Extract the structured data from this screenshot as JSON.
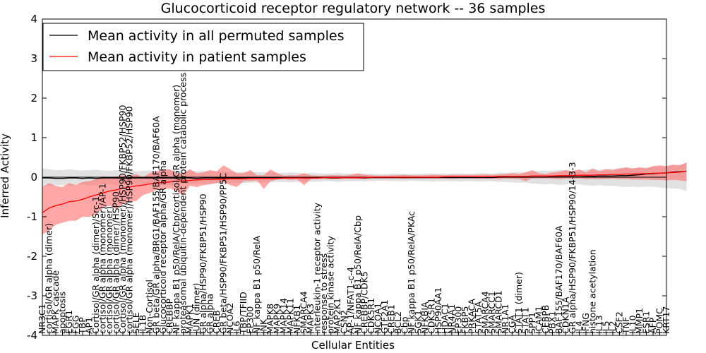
{
  "chart_data": {
    "type": "line",
    "title": "Glucocorticoid receptor regulatory network -- 36 samples",
    "xlabel": "Cellular Entities",
    "ylabel": "Inferred Activity",
    "ylim": [
      -4,
      4
    ],
    "yticks": [
      -4,
      -3,
      -2,
      -1,
      0,
      1,
      2,
      3,
      4
    ],
    "grid": false,
    "legend_position": "top-left",
    "categories": [
      "NR3C1",
      "cortisol/GR alpha (dimer)",
      "MAPK cascade",
      "apoptosis",
      "EGR1",
      "FGG",
      "TBP",
      "AP1",
      "Cortisol/GR alpha (dimer)/Src-1",
      "cortisol/GR alpha (monomer)/AP-1",
      "cortisol/GR alpha (monomer)",
      "cortisol/GR alpha (dimer)/HSP90",
      "Cortisol/GR alpha (monomer)/HSP90/FKBP52/HSP90",
      "cortisol/GR alpha (monomer)/HSP90/FKBP52/HSP90",
      "SELE",
      "IL1B",
      "Non-Cortisol",
      "GR beta/GR alpha/BRG1/BAF155/BAF170/BAF60A",
      "Glucocorticoid receptor alpha/GR alpha",
      "CREBBP",
      "NF kappa B1 p50/RelA/Cbp/cortisol/GR alpha (monomer)",
      "proteasomal ubiquitin-dependent protein catabolic process",
      "MAPK1",
      "JUN (dimer)",
      "GR alpha/HSP90/FKBP51/HSP90",
      "GR alpha",
      "CREB",
      "GR beta/HSP90/FKBP51/HSP90/PP5C",
      "NCOA2",
      "IL6",
      "TBP/TFIID",
      "EP300",
      "NF kappa B1 p50/RelA",
      "JNK",
      "MAPK8",
      "MAPK9",
      "MAPK14",
      "MAPK11",
      "NFKB1",
      "SMARCA4",
      "MAPK3",
      "interleukin-1 receptor activity",
      "response to stress",
      "protein kinase activity",
      "MAP2K1",
      "CSN2",
      "AP-1/NFAT1-c-4",
      "NF kappa B1 p50/RelA/Cbp",
      "CREBBP/CDK5",
      "CDK5R1",
      "NCOA1",
      "GTF2A1",
      "CREB1",
      "BCL2",
      "Cbp",
      "NF kappa B1 p50/RelA/PKAc",
      "SGK1",
      "NFKBIA",
      "CDK5R1",
      "HSP90AA1",
      "HDAC1",
      "NR4A1",
      "EP300",
      "FKBP5",
      "PRKACA",
      "STAT5A",
      "SMARCA4",
      "SMARCC1",
      "SMARCD1",
      "NR1A1",
      "CGA",
      "STAT1 (dimer)",
      "STAT1",
      "SPP1",
      "ICAM1",
      "CEBPB",
      "PBX1",
      "BAF155/BAF170/BAF60A",
      "CDKN1A",
      "GR alpha/HSP90/FKBP51/HSP90/14-3-3",
      "IL4",
      "IFNG",
      "histone acetylation",
      "IL13",
      "IL5",
      "IL2",
      "CSF2",
      "TNF",
      "IL10",
      "MMP1",
      "ESR1",
      "AFP",
      "POMC",
      "KRT17"
    ],
    "series": [
      {
        "name": "Mean activity in all permuted samples",
        "color": "#000000",
        "values": [
          -0.02,
          -0.02,
          -0.03,
          -0.03,
          -0.02,
          -0.02,
          -0.03,
          -0.02,
          -0.03,
          -0.02,
          -0.02,
          -0.02,
          -0.03,
          -0.02,
          -0.02,
          -0.02,
          -0.02,
          -0.02,
          -0.02,
          -0.02,
          -0.02,
          -0.02,
          -0.02,
          -0.03,
          -0.02,
          -0.02,
          -0.02,
          -0.02,
          -0.02,
          -0.02,
          -0.01,
          -0.02,
          -0.02,
          -0.02,
          -0.01,
          -0.02,
          -0.02,
          -0.01,
          -0.01,
          -0.02,
          -0.02,
          -0.01,
          -0.01,
          -0.02,
          -0.02,
          -0.01,
          -0.01,
          -0.01,
          -0.02,
          -0.01,
          -0.01,
          -0.01,
          -0.01,
          -0.01,
          -0.01,
          -0.01,
          -0.01,
          -0.01,
          -0.01,
          -0.01,
          -0.01,
          -0.01,
          -0.01,
          -0.01,
          -0.01,
          -0.01,
          -0.01,
          -0.01,
          0.0,
          0.0,
          0.0,
          0.0,
          0.0,
          0.0,
          0.0,
          0.0,
          0.01,
          0.01,
          0.01,
          0.01,
          0.01,
          0.02,
          0.02,
          0.03,
          0.03,
          0.03,
          0.04,
          0.04,
          0.05,
          0.06,
          0.08,
          0.09,
          0.1,
          0.11,
          0.13,
          0.14,
          0.15
        ],
        "band_low": [
          -0.25,
          -0.22,
          -0.2,
          -0.2,
          -0.22,
          -0.2,
          -0.18,
          -0.2,
          -0.2,
          -0.18,
          -0.18,
          -0.2,
          -0.17,
          -0.18,
          -0.16,
          -0.17,
          -0.18,
          -0.16,
          -0.2,
          -0.2,
          -0.18,
          -0.16,
          -0.18,
          -0.16,
          -0.17,
          -0.16,
          -0.15,
          -0.16,
          -0.15,
          -0.14,
          -0.15,
          -0.14,
          -0.14,
          -0.14,
          -0.13,
          -0.12,
          -0.12,
          -0.13,
          -0.12,
          -0.11,
          -0.12,
          -0.11,
          -0.1,
          -0.1,
          -0.12,
          -0.1,
          -0.1,
          -0.1,
          -0.1,
          -0.1,
          -0.09,
          -0.09,
          -0.1,
          -0.1,
          -0.1,
          -0.09,
          -0.1,
          -0.1,
          -0.11,
          -0.1,
          -0.1,
          -0.1,
          -0.11,
          -0.1,
          -0.1,
          -0.11,
          -0.11,
          -0.1,
          -0.12,
          -0.12,
          -0.13,
          -0.14,
          -0.14,
          -0.16,
          -0.17,
          -0.18,
          -0.17,
          -0.2,
          -0.18,
          -0.17,
          -0.18,
          -0.2,
          -0.22,
          -0.2,
          -0.22,
          -0.22,
          -0.24,
          -0.25,
          -0.24,
          -0.25,
          -0.24,
          -0.24,
          -0.26,
          -0.28,
          -0.28,
          -0.3,
          -0.35
        ],
        "band_high": [
          0.22,
          0.2,
          0.18,
          0.18,
          0.2,
          0.18,
          0.17,
          0.18,
          0.19,
          0.17,
          0.16,
          0.18,
          0.16,
          0.17,
          0.15,
          0.16,
          0.17,
          0.15,
          0.18,
          0.19,
          0.17,
          0.15,
          0.17,
          0.15,
          0.16,
          0.15,
          0.14,
          0.15,
          0.14,
          0.13,
          0.14,
          0.13,
          0.13,
          0.13,
          0.12,
          0.11,
          0.11,
          0.12,
          0.11,
          0.1,
          0.11,
          0.1,
          0.09,
          0.09,
          0.11,
          0.09,
          0.09,
          0.09,
          0.09,
          0.09,
          0.08,
          0.08,
          0.09,
          0.09,
          0.09,
          0.08,
          0.09,
          0.09,
          0.1,
          0.09,
          0.09,
          0.09,
          0.1,
          0.09,
          0.09,
          0.1,
          0.1,
          0.09,
          0.11,
          0.11,
          0.12,
          0.13,
          0.13,
          0.15,
          0.16,
          0.17,
          0.16,
          0.19,
          0.17,
          0.16,
          0.17,
          0.19,
          0.21,
          0.19,
          0.21,
          0.21,
          0.23,
          0.24,
          0.23,
          0.24,
          0.25,
          0.26,
          0.27,
          0.28,
          0.3,
          0.32,
          0.34
        ]
      },
      {
        "name": "Mean activity in patient samples",
        "color": "#ff0000",
        "values": [
          -0.9,
          -0.78,
          -0.72,
          -0.68,
          -0.62,
          -0.6,
          -0.56,
          -0.5,
          -0.45,
          -0.4,
          -0.35,
          -0.32,
          -0.28,
          -0.25,
          -0.22,
          -0.2,
          -0.17,
          -0.15,
          -0.13,
          -0.12,
          -0.1,
          -0.09,
          -0.08,
          -0.07,
          -0.06,
          -0.06,
          -0.05,
          -0.05,
          -0.04,
          -0.04,
          -0.04,
          -0.03,
          -0.03,
          -0.03,
          -0.03,
          -0.03,
          -0.02,
          -0.02,
          -0.02,
          -0.02,
          -0.02,
          -0.02,
          -0.01,
          -0.01,
          -0.01,
          -0.01,
          -0.01,
          -0.01,
          -0.01,
          0.0,
          0.0,
          0.0,
          0.0,
          0.0,
          0.0,
          0.0,
          0.0,
          0.0,
          0.0,
          0.0,
          0.01,
          0.01,
          0.01,
          0.01,
          0.01,
          0.01,
          0.01,
          0.01,
          0.02,
          0.02,
          0.02,
          0.02,
          0.02,
          0.03,
          0.03,
          0.03,
          0.03,
          0.04,
          0.04,
          0.04,
          0.05,
          0.05,
          0.05,
          0.06,
          0.06,
          0.07,
          0.07,
          0.08,
          0.08,
          0.09,
          0.09,
          0.1,
          0.1,
          0.11,
          0.12,
          0.13,
          0.15
        ],
        "band_low": [
          -1.45,
          -1.35,
          -1.2,
          -1.15,
          -1.1,
          -1.1,
          -1.0,
          -1.0,
          -0.95,
          -0.78,
          -0.72,
          -0.8,
          -0.68,
          -0.62,
          -0.6,
          -0.45,
          -0.4,
          -0.32,
          -0.3,
          -0.28,
          -0.35,
          -0.45,
          -0.22,
          -0.25,
          -0.2,
          -0.18,
          -0.15,
          -0.12,
          -0.2,
          -0.25,
          -0.1,
          -0.1,
          -0.08,
          -0.3,
          -0.1,
          -0.06,
          -0.05,
          -0.07,
          -0.06,
          -0.2,
          -0.05,
          -0.05,
          -0.04,
          -0.05,
          -0.04,
          -0.04,
          -0.04,
          -0.05,
          -0.04,
          -0.03,
          -0.03,
          -0.03,
          -0.03,
          -0.03,
          -0.04,
          -0.03,
          -0.03,
          -0.03,
          -0.03,
          -0.03,
          -0.03,
          -0.04,
          -0.03,
          -0.03,
          -0.03,
          -0.04,
          -0.03,
          -0.04,
          -0.05,
          -0.03,
          -0.04,
          -0.04,
          -0.1,
          -0.03,
          -0.03,
          -0.03,
          -0.04,
          -0.05,
          -0.03,
          -0.04,
          -0.03,
          -0.05,
          -0.05,
          -0.05,
          -0.05,
          -0.04,
          -0.05,
          -0.05,
          -0.06,
          -0.06,
          -0.06,
          -0.07,
          -0.07,
          -0.08,
          -0.07,
          -0.08,
          -0.1
        ],
        "band_high": [
          -0.25,
          -0.15,
          -0.22,
          -0.25,
          -0.15,
          -0.2,
          -0.12,
          -0.1,
          -0.05,
          0.02,
          0.0,
          0.02,
          0.05,
          0.02,
          0.08,
          0.0,
          0.1,
          0.15,
          0.2,
          0.2,
          0.1,
          0.1,
          0.2,
          0.1,
          0.12,
          0.18,
          0.15,
          0.3,
          0.2,
          0.1,
          0.1,
          0.18,
          0.05,
          0.05,
          0.2,
          0.1,
          0.04,
          0.05,
          0.05,
          0.1,
          0.05,
          0.04,
          0.04,
          0.05,
          0.05,
          0.04,
          0.06,
          0.1,
          0.06,
          0.05,
          0.04,
          0.04,
          0.05,
          0.05,
          0.06,
          0.05,
          0.05,
          0.05,
          0.06,
          0.06,
          0.05,
          0.06,
          0.06,
          0.06,
          0.06,
          0.06,
          0.07,
          0.06,
          0.07,
          0.08,
          0.1,
          0.08,
          0.12,
          0.18,
          0.1,
          0.08,
          0.12,
          0.14,
          0.18,
          0.15,
          0.2,
          0.12,
          0.22,
          0.15,
          0.2,
          0.18,
          0.22,
          0.25,
          0.22,
          0.25,
          0.22,
          0.28,
          0.3,
          0.28,
          0.32,
          0.3,
          0.38
        ]
      }
    ]
  },
  "colors": {
    "permuted_band": "#c8c8c8",
    "patient_band": "#ff6a6a",
    "axes": "#000000"
  }
}
